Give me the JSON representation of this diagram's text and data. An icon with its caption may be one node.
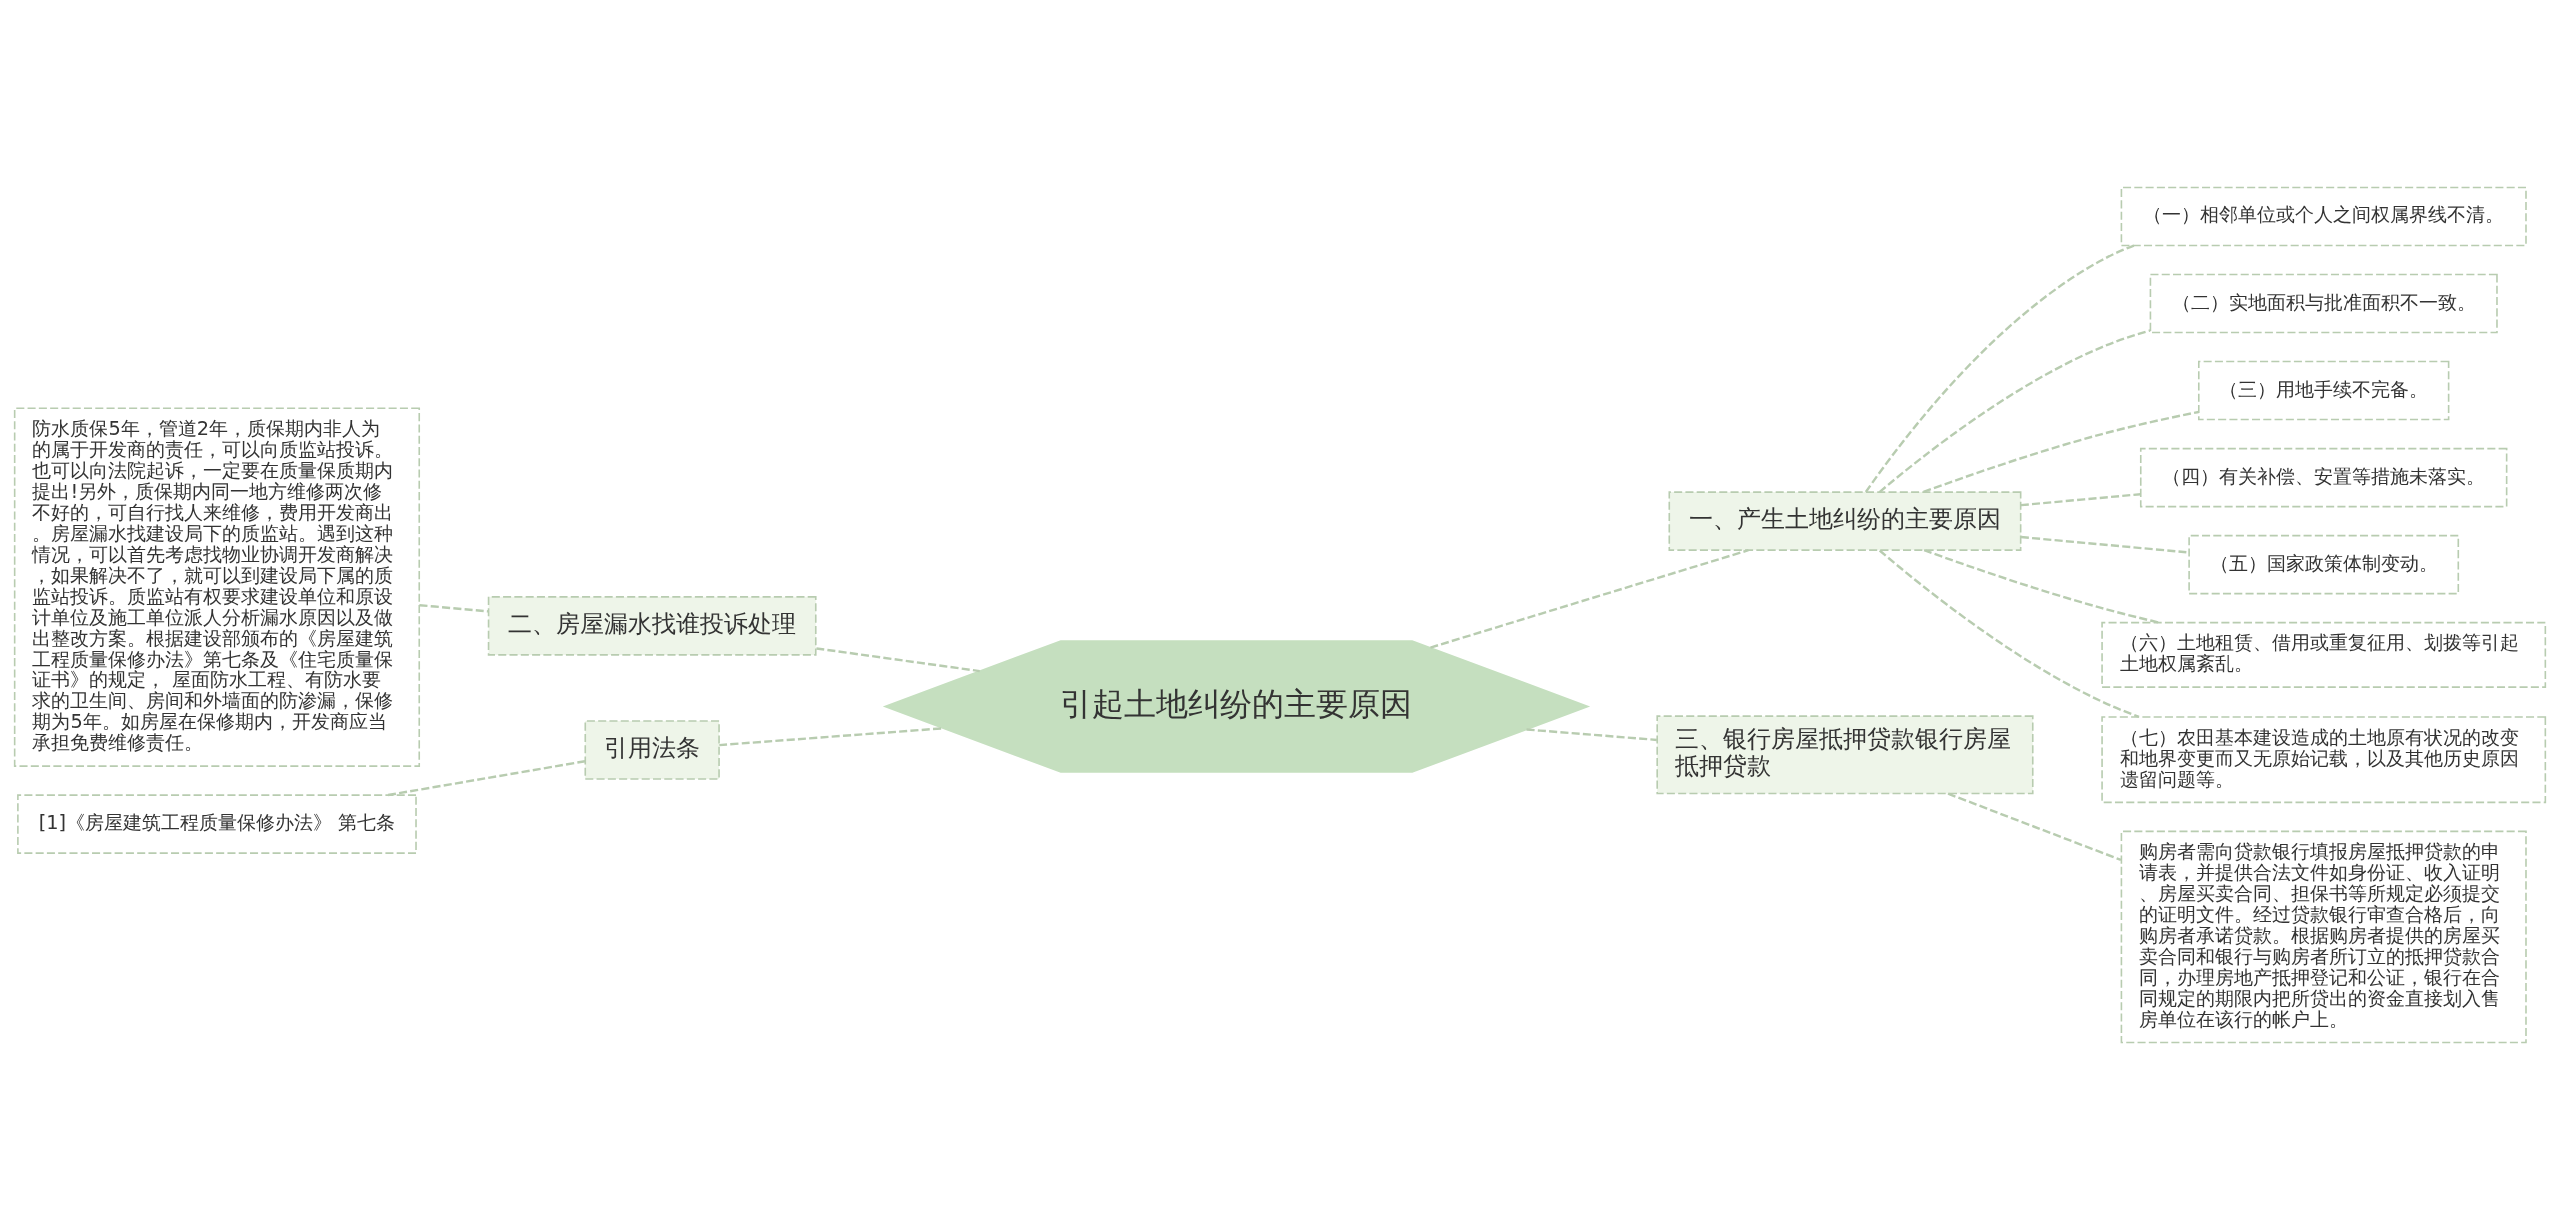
{
  "diagram": {
    "nodes": [
      {
        "text": [
          "引起土地纠纷的主要原因"
        ]
      },
      {
        "text": [
          "二、房屋漏水找谁投诉处理"
        ]
      },
      {
        "text": [
          "防水质保5年，管道2年，质保期内非人为的属于开发商的责任，可以向质监站投诉。也可以向法院起诉，一定要在质量保质期内提出!另外，质保期内同一地方维修两次修不好的，可自行找人来维修，费用开发商出。房屋漏水找建设局下的质监站。遇到这种情况，可以首先考虑找物业协调开发商解决，如果解决不了，就可以到建设局下属的质监站投诉。质监站有权要求建设单位和原设计单位及施工单位派人分析漏水原因以及做出整改方案。根据建设部颁布的《房屋建筑工程质量保修办法》第七条及《住宅质量保证书》的规定， 屋面防水工程、有防水要求的卫生间、房间和外墙面的防渗漏，保修期为5年。如房屋在保修期内，开发商应当承担免费维修责任。"
        ]
      },
      {
        "text": [
          "引用法条"
        ]
      },
      {
        "text": [
          "[1]《房屋建筑工程质量保修办法》 第七条"
        ]
      },
      {
        "text": [
          "一、产生土地纠纷的主要原因"
        ]
      },
      {
        "text": [
          "（一）相邻单位或个人之间权属界线不清。"
        ]
      },
      {
        "text": [
          "（二）实地面积与批准面积不一致。"
        ]
      },
      {
        "text": [
          "（三）用地手续不完备。"
        ]
      },
      {
        "text": [
          "（四）有关补偿、安置等措施未落实。"
        ]
      },
      {
        "text": [
          "（五）国家政策体制变动。"
        ]
      },
      {
        "text": [
          "（六）土地租赁、借用或重复征用、划拨等引起土地权属紊乱。"
        ]
      },
      {
        "text": [
          "（七）农田基本建设造成的土地原有状况的改变和地界变更而又无原始记载，以及其他历史原因遗留问题等。"
        ]
      },
      {
        "text": [
          "三、银行房屋抵押贷款银行房屋抵押贷款"
        ]
      },
      {
        "text": [
          "购房者需向贷款银行填报房屋抵押贷款的申请表，并提供合法文件如身份证、收入证明、房屋买卖合同、担保书等所规定必须提交的证明文件。经过贷款银行审查合格后，向购房者承诺贷款。根据购房者提供的房屋买卖合同和银行与购房者所订立的抵押贷款合同，办理房地产抵押登记和公证，银行在合同规定的期限内把所贷出的资金直接划入售房单位在该行的帐户上。"
        ]
      }
    ],
    "edges": [
      {
        "from": 0,
        "to": 1,
        "arrow": "none",
        "style": "dashed"
      },
      {
        "from": 1,
        "to": 2,
        "arrow": "none",
        "style": "dashed"
      },
      {
        "from": 0,
        "to": 3,
        "arrow": "none",
        "style": "dashed"
      },
      {
        "from": 3,
        "to": 4,
        "arrow": "none",
        "style": "dashed"
      },
      {
        "from": 0,
        "to": 5,
        "arrow": "none",
        "style": "dashed"
      },
      {
        "from": 5,
        "to": 6,
        "arrow": "none",
        "style": "dashed"
      },
      {
        "from": 5,
        "to": 7,
        "arrow": "none",
        "style": "dashed"
      },
      {
        "from": 5,
        "to": 8,
        "arrow": "none",
        "style": "dashed"
      },
      {
        "from": 5,
        "to": 9,
        "arrow": "none",
        "style": "dashed"
      },
      {
        "from": 5,
        "to": 10,
        "arrow": "none",
        "style": "dashed"
      },
      {
        "from": 5,
        "to": 11,
        "arrow": "none",
        "style": "dashed"
      },
      {
        "from": 5,
        "to": 12,
        "arrow": "none",
        "style": "dashed"
      },
      {
        "from": 0,
        "to": 13,
        "arrow": "none",
        "style": "dashed"
      },
      {
        "from": 13,
        "to": 14,
        "arrow": "none",
        "style": "dashed"
      }
    ]
  }
}
